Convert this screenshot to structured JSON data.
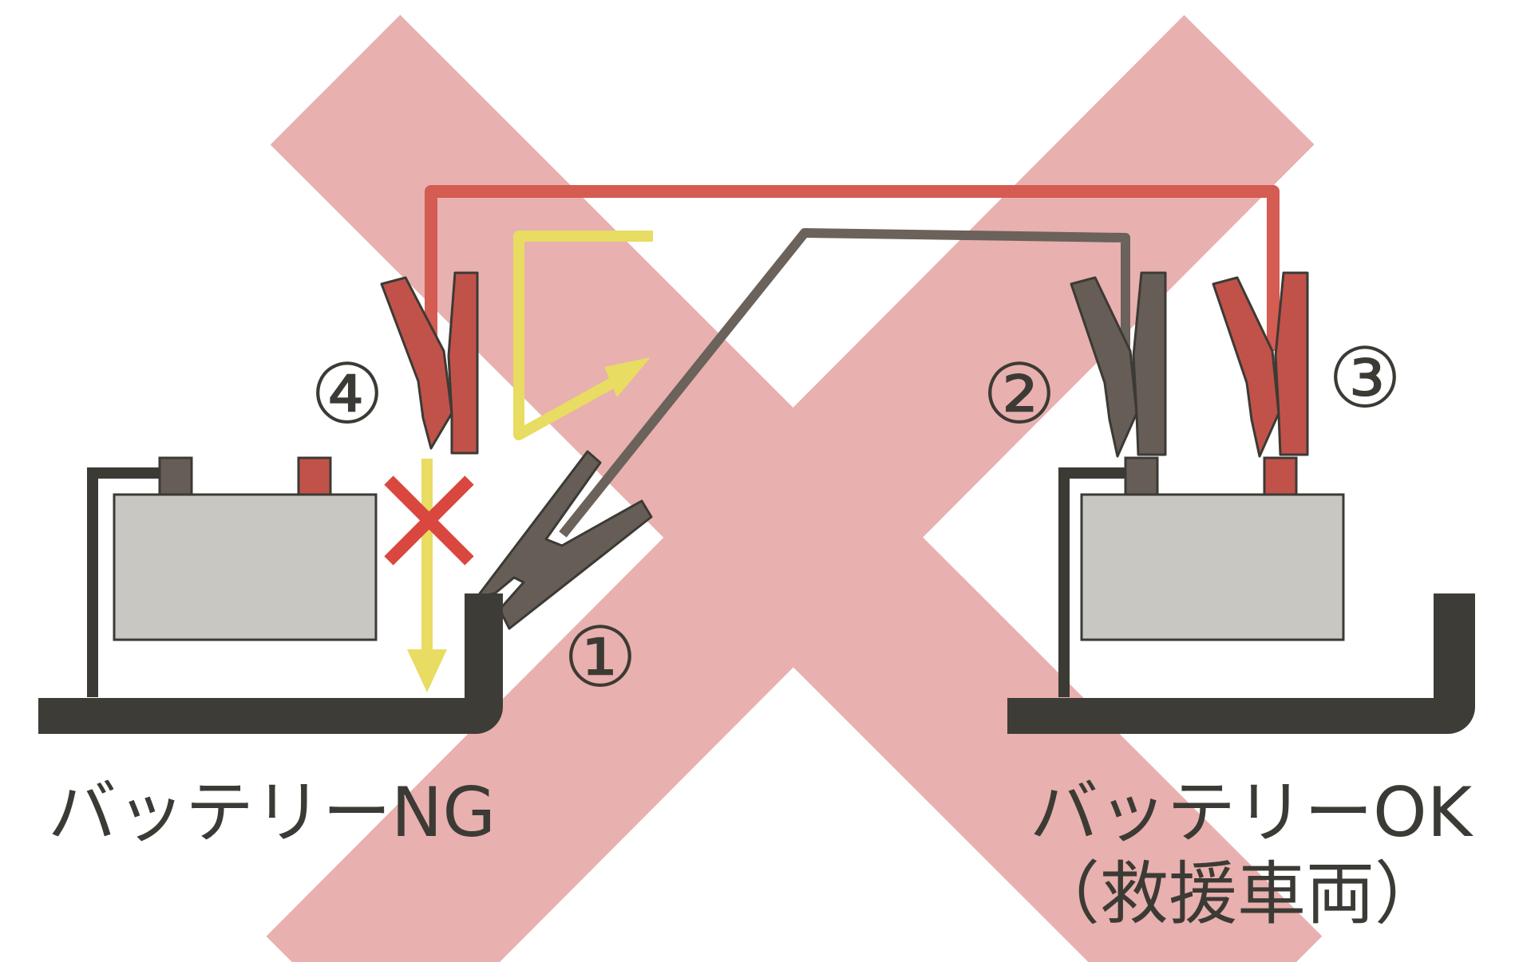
{
  "colors": {
    "cross": "#e8b0ae",
    "red_cable": "#d45c52",
    "black_cable": "#6a625b",
    "clamp_red": "#c1524a",
    "clamp_black": "#665d56",
    "outline": "#3c3a35",
    "battery_body": "#c8c7c2",
    "ground": "#3e3c36",
    "arrow": "#e8dc62",
    "ng_mark": "#d9473f"
  },
  "steps": {
    "one": "①",
    "two": "②",
    "three": "③",
    "four": "④"
  },
  "labels": {
    "battery_ng": "バッテリーNG",
    "battery_ok": "バッテリーOK",
    "rescue_vehicle": "（救援車両）"
  },
  "icons": {
    "prohibited": "big-x-icon",
    "wrong_path": "x-mark-icon"
  }
}
